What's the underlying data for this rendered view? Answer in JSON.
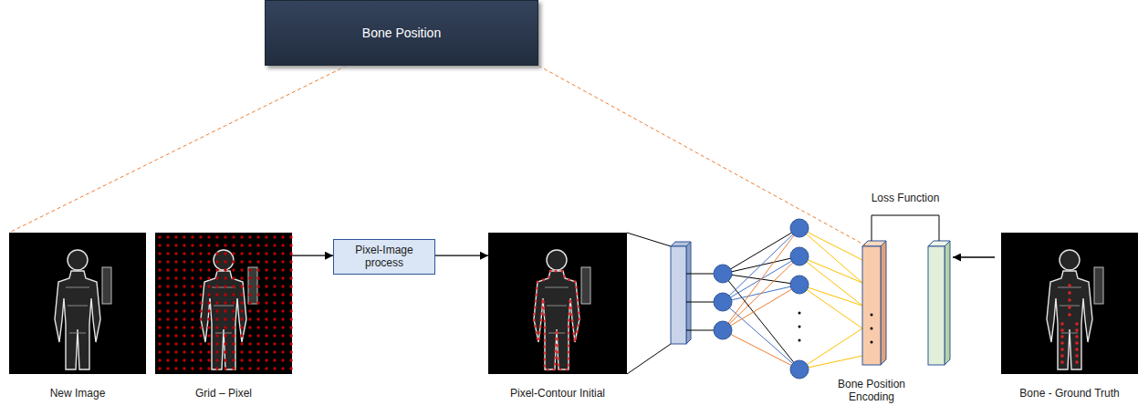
{
  "diagram": {
    "nodes": [
      {
        "text": [
          "Bone Position"
        ]
      },
      {
        "text": [
          "New Image"
        ]
      },
      {
        "text": [
          "Grid – Pixel"
        ]
      },
      {
        "text": [
          "Pixel-Image process"
        ]
      },
      {
        "text": [
          "Pixel-Contour Initial"
        ]
      },
      {
        "text": [
          "Bone Position Encoding"
        ]
      },
      {
        "text": [
          "Bone - Ground Truth"
        ]
      }
    ],
    "edges": [
      {
        "from": 0,
        "to": 1,
        "arrow": "none"
      },
      {
        "from": 0,
        "to": 5,
        "arrow": "none"
      },
      {
        "from": 2,
        "to": 3,
        "arrow": "to"
      },
      {
        "from": 3,
        "to": 4,
        "arrow": "to"
      }
    ],
    "labels": [
      "Loss Function"
    ]
  }
}
